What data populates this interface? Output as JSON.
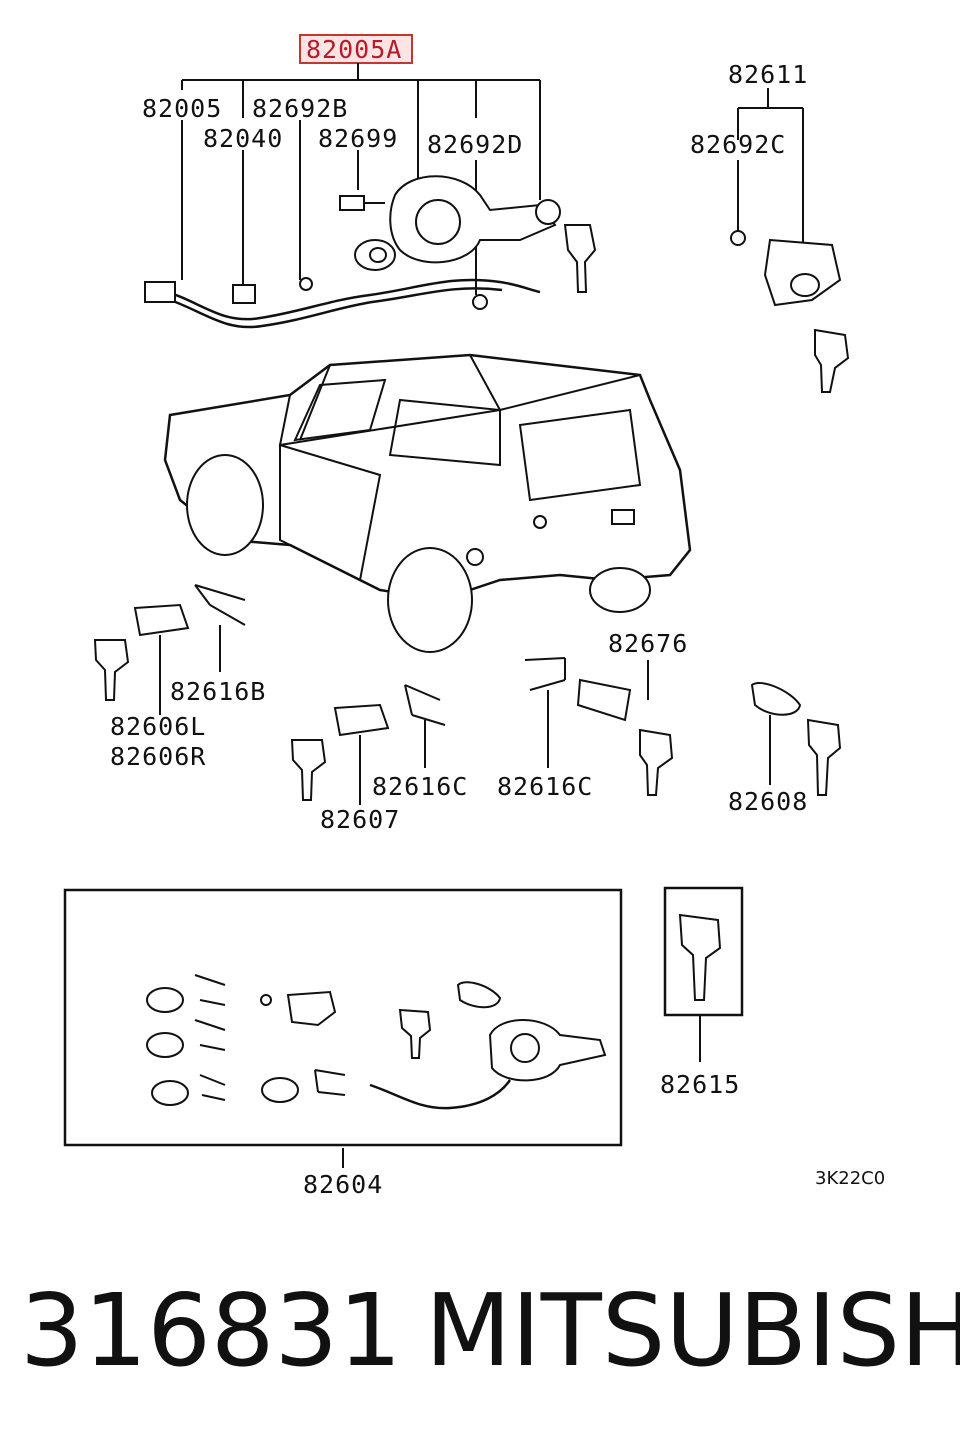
{
  "diagram": {
    "part_labels": {
      "main_assembly": "82005A",
      "ignition_harness": "82005",
      "screw_b": "82692B",
      "connector": "82040",
      "bolt": "82699",
      "screw_d": "82692D",
      "glove_lock": "82611",
      "screw_c": "82692C",
      "door_lock_lr": "82606L",
      "door_lock_rr": "82606R",
      "clip_b": "82616B",
      "door_lock_cyl": "82607",
      "clip_c_left": "82616C",
      "clip_c_right": "82616C",
      "tailgate_lock": "82676",
      "fuel_lock": "82608",
      "lock_set": "82604",
      "blank_key": "82615"
    },
    "diagram_code": "3K22C0"
  },
  "footer": {
    "part_number": "316831",
    "brand": "MITSUBISHI"
  },
  "colors": {
    "highlight_border": "#c0392b",
    "highlight_fill": "#fde4e4",
    "line": "#111111"
  }
}
